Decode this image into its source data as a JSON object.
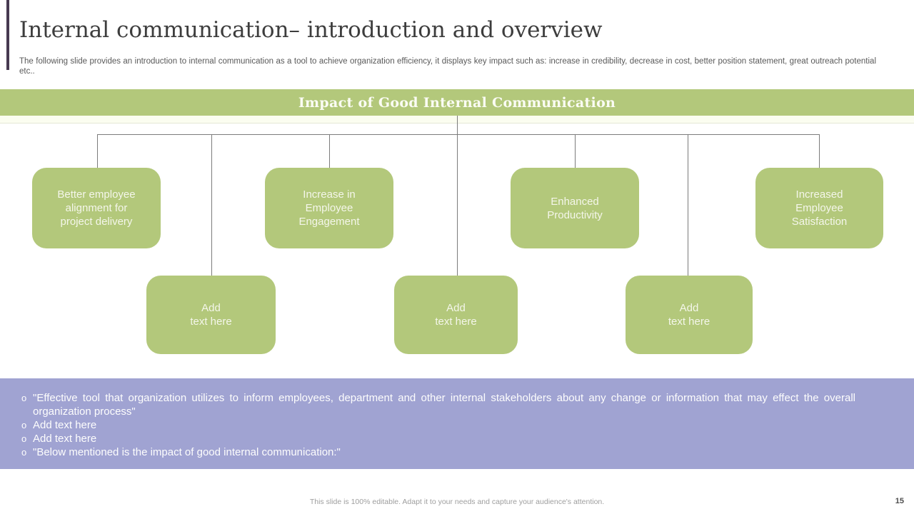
{
  "slide": {
    "title": "Internal communication– introduction and overview",
    "subtitle": "The following slide provides an introduction to internal communication as a tool to achieve organization efficiency, it displays key impact such as: increase in credibility, decrease in cost, better position statement, great outreach potential etc..",
    "footer_note": "This slide is 100% editable. Adapt it to your needs and capture your audience's attention.",
    "page_number": "15"
  },
  "banner": {
    "title": "Impact of Good Internal Communication"
  },
  "diagram": {
    "top_boxes": [
      {
        "label": "Better employee\nalignment for\nproject delivery"
      },
      {
        "label": "Increase in\nEmployee\nEngagement"
      },
      {
        "label": "Enhanced\nProductivity"
      },
      {
        "label": "Increased\nEmployee\nSatisfaction"
      }
    ],
    "bottom_boxes": [
      {
        "label": "Add\ntext here"
      },
      {
        "label": "Add\ntext here"
      },
      {
        "label": "Add\ntext here"
      }
    ]
  },
  "bullets": {
    "marker": "o",
    "items": [
      {
        "text": "\"Effective tool that organization utilizes to inform employees, department and other internal stakeholders about any change or information that may effect the overall organization process\""
      },
      {
        "text": "Add text here"
      },
      {
        "text": "Add text here"
      },
      {
        "text": "\"Below mentioned is the impact of good internal communication:\""
      }
    ]
  },
  "colors": {
    "green": "#b3c87b",
    "purple_panel": "#a0a3d2",
    "accent_bar": "#473a51",
    "connector": "#7c7c7c",
    "title_text": "#3d3d3d",
    "subtitle_text": "#595959"
  }
}
